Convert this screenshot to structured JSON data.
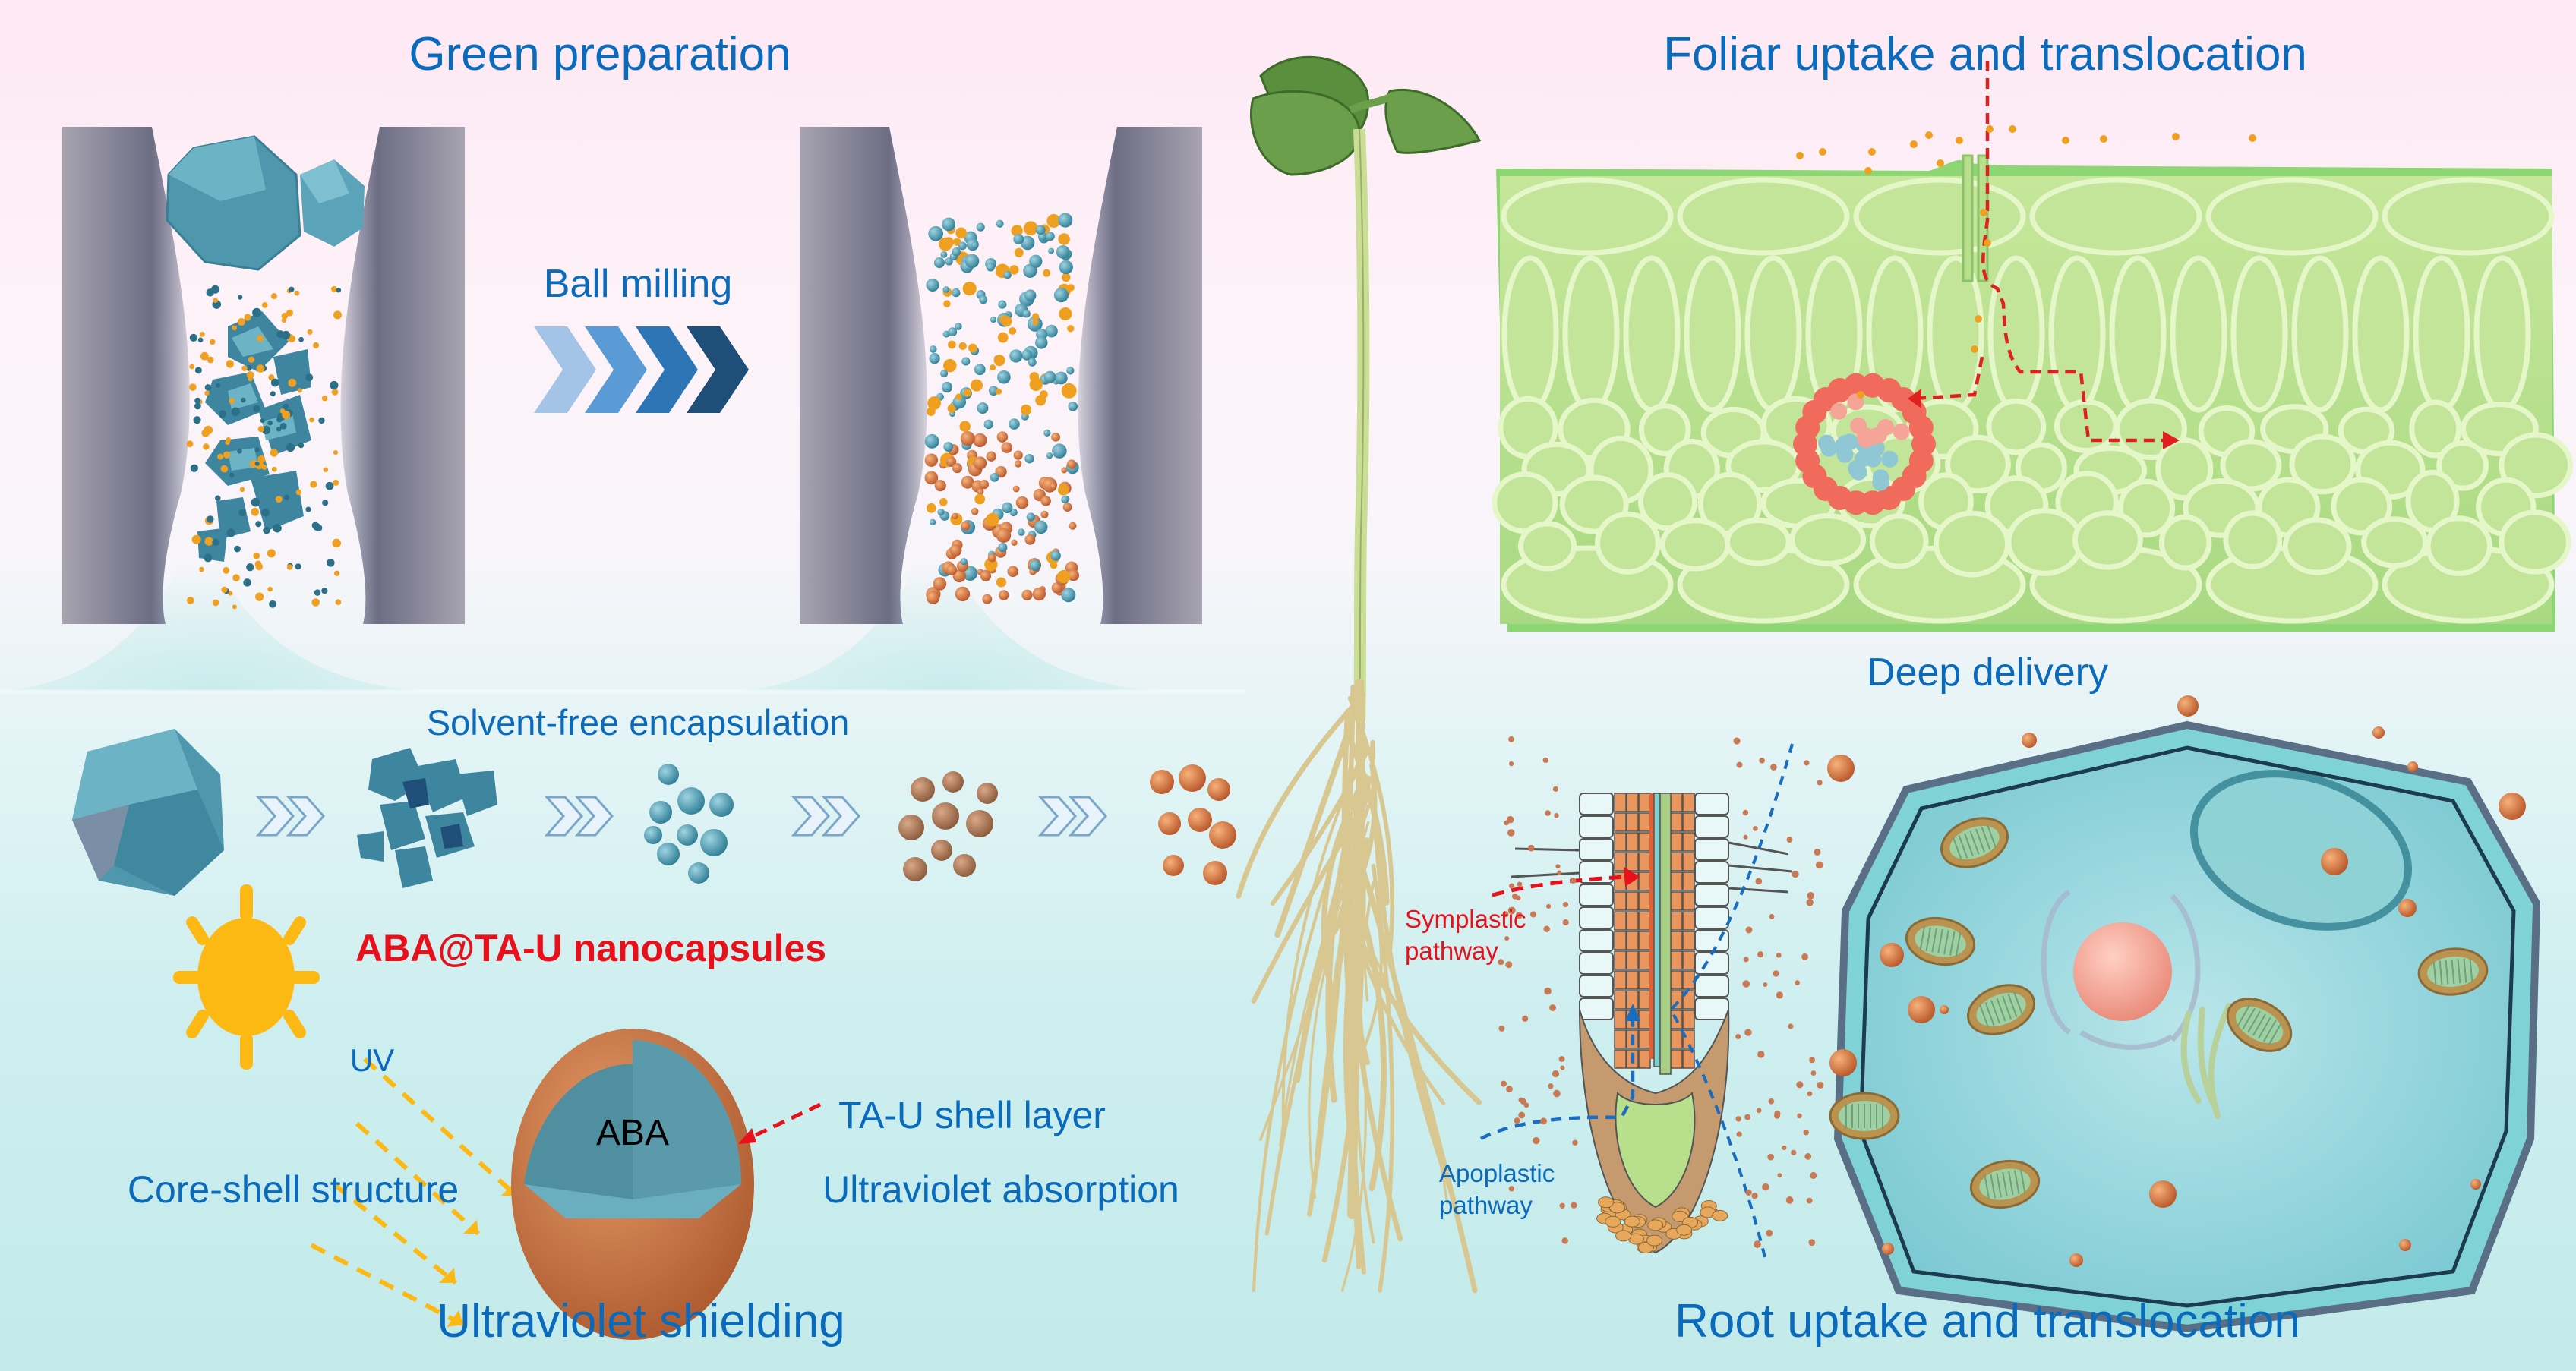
{
  "sections": {
    "green_preparation": {
      "title": "Green preparation",
      "step_label": "Ball milling"
    },
    "encapsulation": {
      "title": "Solvent-free encapsulation",
      "product_name": "ABA@TA-U nanocapsules",
      "uv_label": "UV",
      "core_label": "ABA",
      "shell_label": "TA-U shell layer",
      "left_caption": "Core-shell structure",
      "right_caption": "Ultraviolet absorption",
      "bottom_caption": "Ultraviolet shielding"
    },
    "foliar": {
      "title": "Foliar uptake and translocation",
      "caption": "Deep delivery"
    },
    "root": {
      "title": "Root uptake and translocation",
      "symplastic_label_line1": "Symplastic",
      "symplastic_label_line2": "pathway",
      "apoplastic_label_line1": "Apoplastic",
      "apoplastic_label_line2": "pathway"
    }
  },
  "colors": {
    "title_blue": "#0a6bbd",
    "highlight_red": "#e8101a",
    "sun_yellow": "#fdb913",
    "chevrons": [
      "#a3c4e6",
      "#5b9bd5",
      "#2e75b6",
      "#1f4e79"
    ],
    "nanocapsule_orange": "#e8782a",
    "leaf_green": "#b5e08a",
    "crystal_teal": "#4f97ad"
  },
  "icons": {
    "sun": "sun-icon",
    "process_arrow": "chevron-right-icon"
  }
}
